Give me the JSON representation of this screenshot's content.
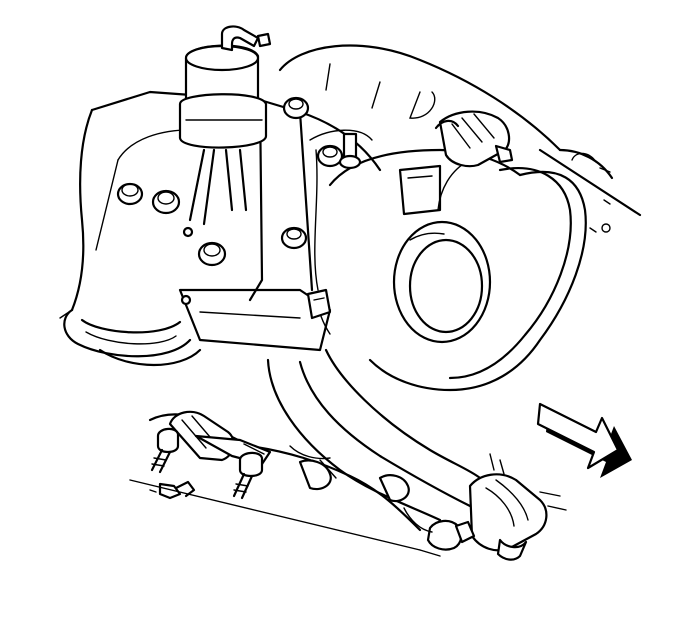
{
  "diagram": {
    "kind": "engine-component-line-drawing",
    "colors": {
      "line": "#000000",
      "background": "#ffffff",
      "arrow_shadow": "#000000"
    },
    "direction_arrow": {
      "points_toward": "front",
      "style": "outlined-with-shadow"
    }
  }
}
